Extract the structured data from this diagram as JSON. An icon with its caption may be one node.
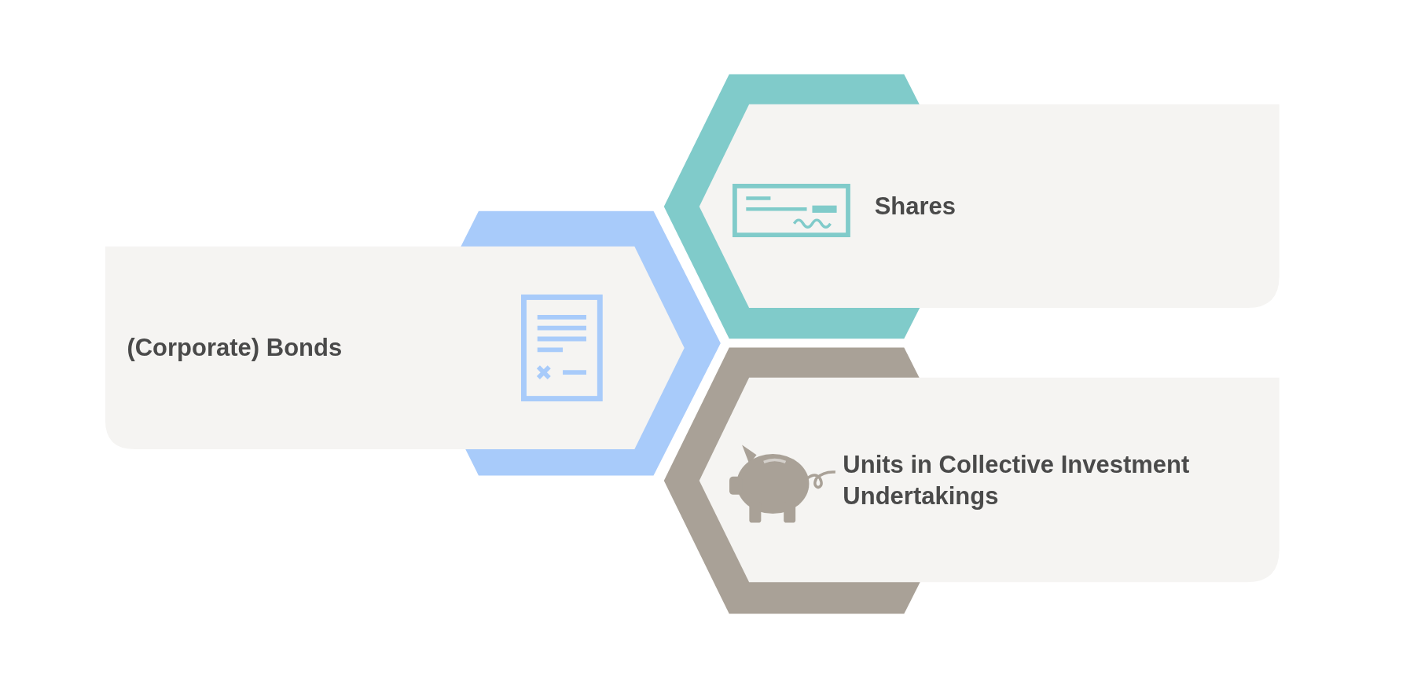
{
  "diagram": {
    "nodes": [
      {
        "text": [
          "(Corporate) Bonds"
        ]
      },
      {
        "text": [
          "Shares"
        ]
      },
      {
        "text": [
          "Units in Collective Investment Undertakings"
        ]
      }
    ]
  }
}
